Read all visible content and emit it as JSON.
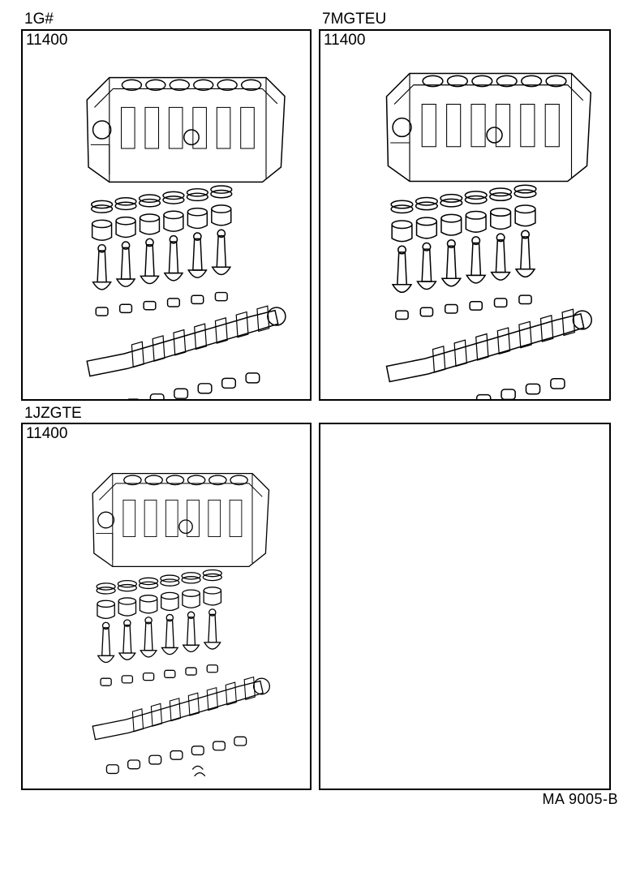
{
  "panels": [
    {
      "engine": "1G#",
      "part_number": "11400",
      "illustration": "short-block-assembly-exploded"
    },
    {
      "engine": "7MGTEU",
      "part_number": "11400",
      "illustration": "short-block-assembly-exploded"
    },
    {
      "engine": "1JZGTE",
      "part_number": "11400",
      "illustration": "short-block-assembly-exploded"
    },
    {
      "engine": "",
      "part_number": "",
      "illustration": ""
    }
  ],
  "figure_ref": "MA 9005-B"
}
